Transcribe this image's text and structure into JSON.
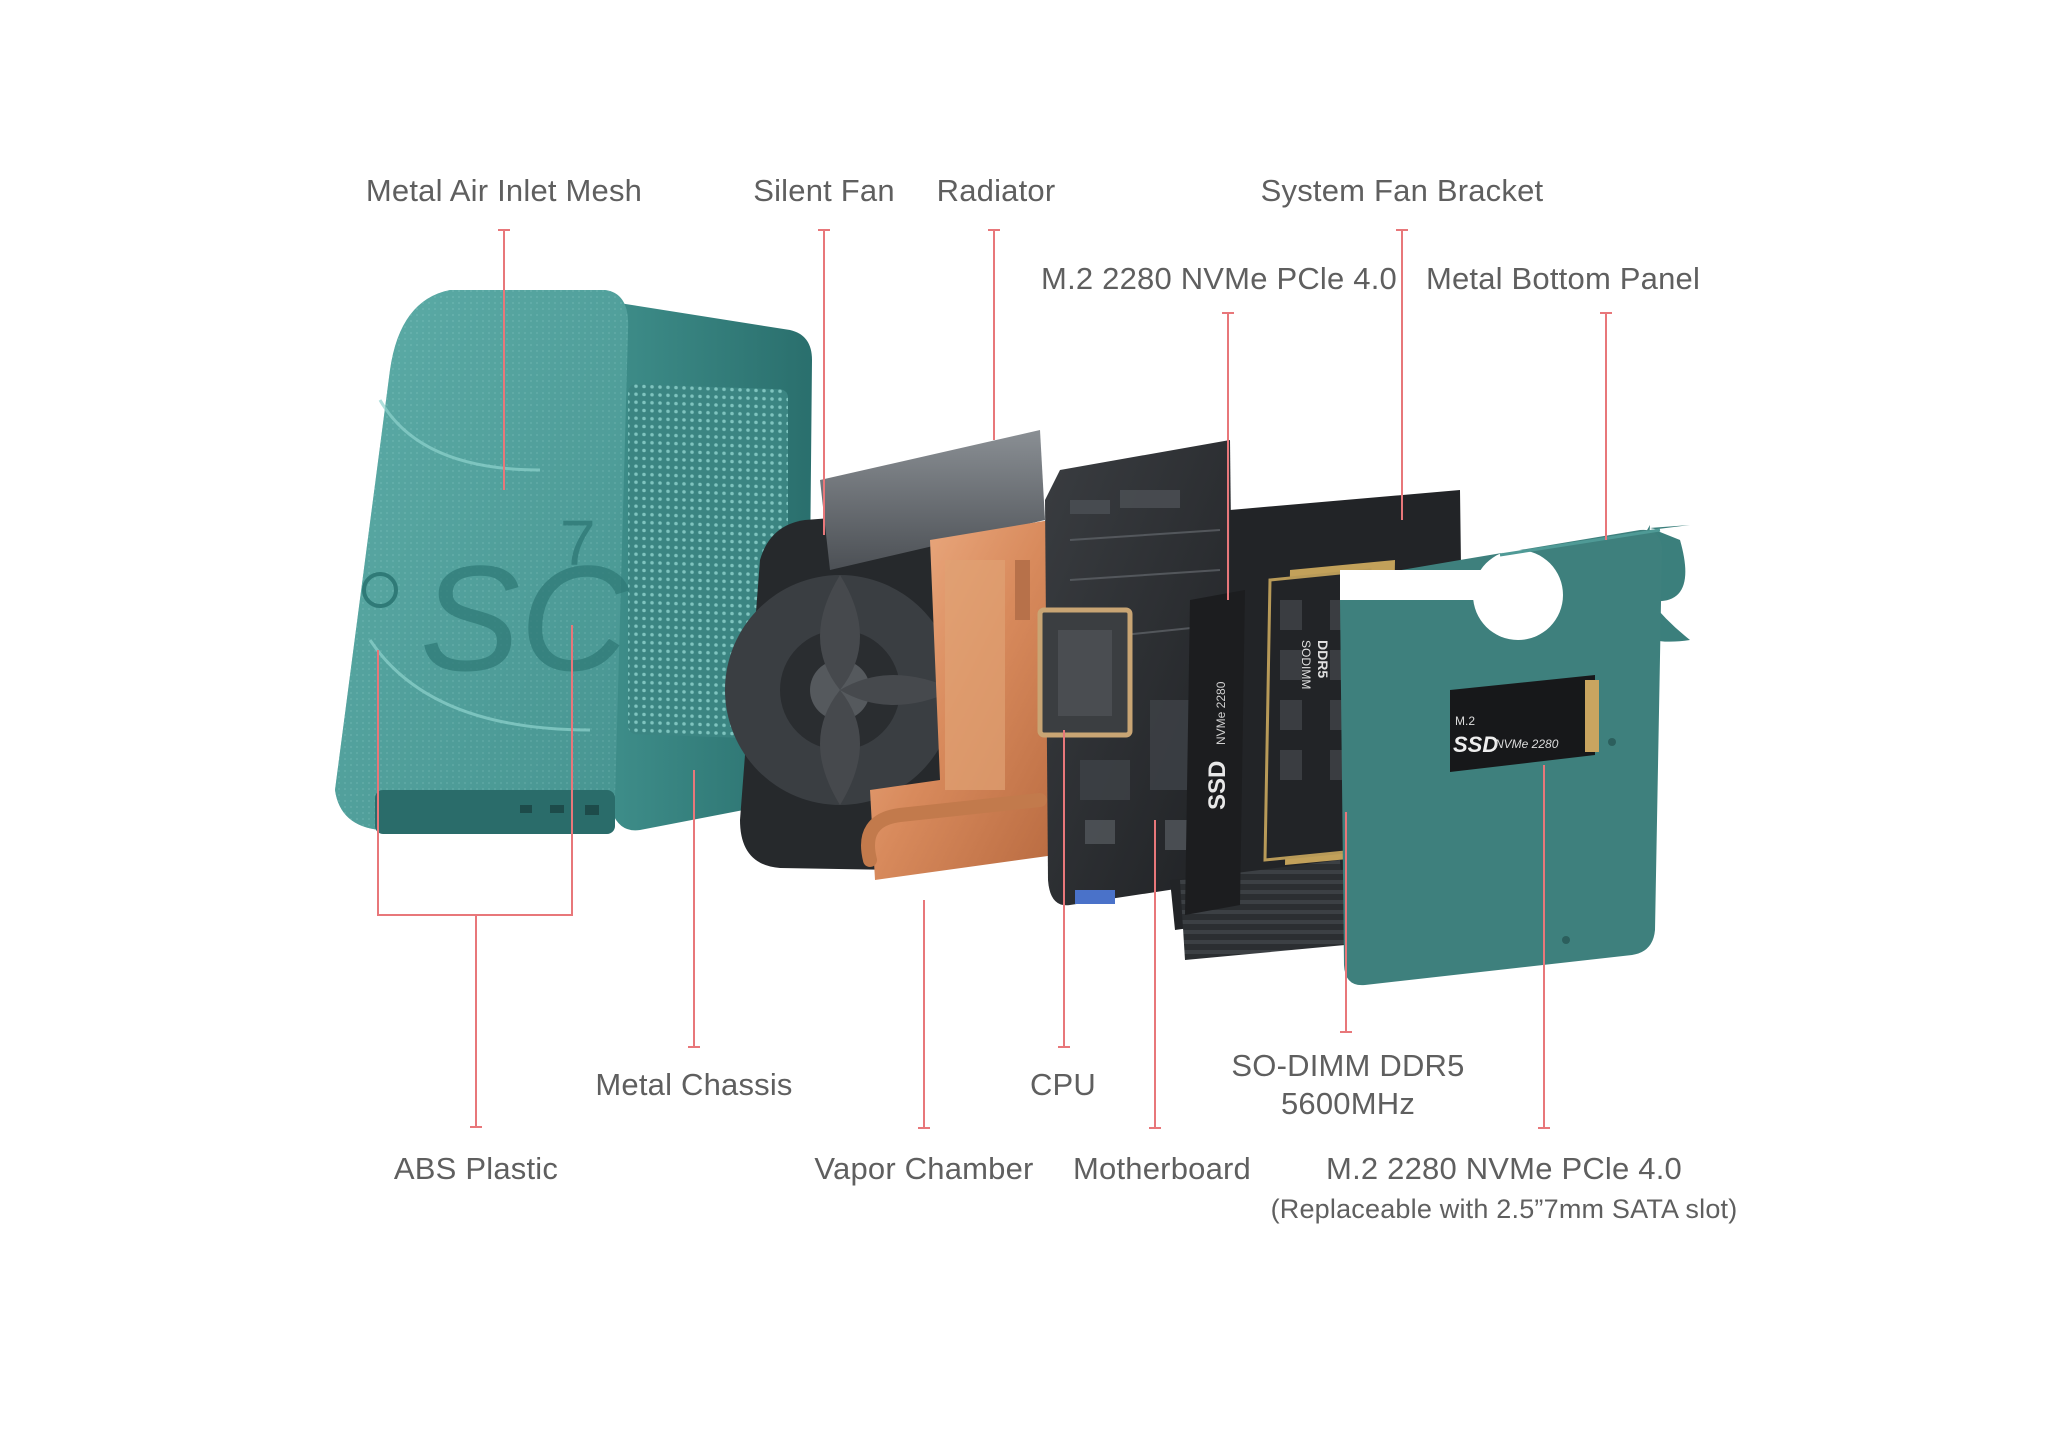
{
  "labels": {
    "metal_air_inlet_mesh": "Metal Air Inlet Mesh",
    "silent_fan": "Silent Fan",
    "radiator": "Radiator",
    "system_fan_bracket": "System Fan Bracket",
    "m2_top": "M.2 2280 NVMe PCle 4.0",
    "metal_bottom_panel": "Metal Bottom Panel",
    "metal_chassis": "Metal Chassis",
    "cpu": "CPU",
    "so_dimm_line1": "SO-DIMM DDR5",
    "so_dimm_line2": "5600MHz",
    "abs_plastic": "ABS Plastic",
    "vapor_chamber": "Vapor Chamber",
    "motherboard": "Motherboard",
    "m2_bottom": "M.2 2280 NVMe PCle 4.0",
    "m2_bottom_note": "(Replaceable with 2.5”7mm SATA slot)"
  },
  "device_markings": {
    "logo_text": "SC",
    "model_digit": "7",
    "ssd_vertical": "SSD",
    "nvme_vertical": "NVMe 2280",
    "ddr5_label": "DDR5",
    "sodimm_label": "SODIMM",
    "ssd_panel_m2": "M.2",
    "ssd_panel_ssd": "SSD",
    "ssd_panel_nvme": "NVMe 2280"
  },
  "colors": {
    "leader_line": "#e8777a",
    "label_text": "#5f5f5f",
    "chassis_teal": "#3f8f8c",
    "copper": "#d4875a",
    "board_dark": "#2b2e31"
  }
}
